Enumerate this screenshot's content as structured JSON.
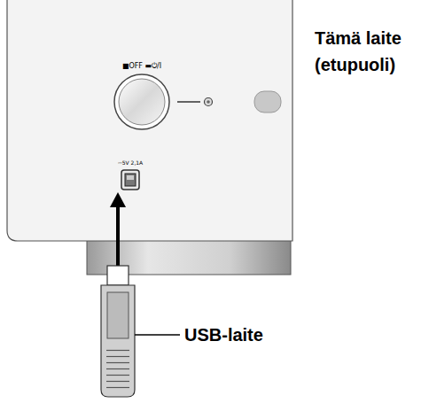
{
  "diagram": {
    "labels": [
      "■OFF ▬⏻/I",
      "⎓5V 2,1A",
      "Tämä laite (etupuoli)",
      "USB-laite"
    ]
  }
}
